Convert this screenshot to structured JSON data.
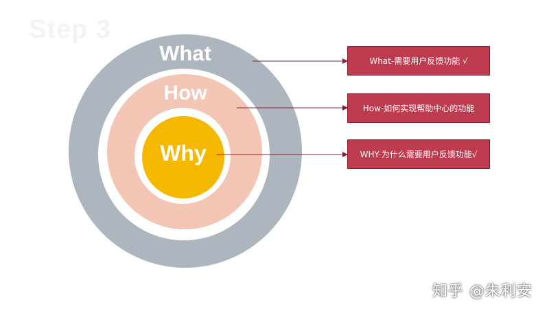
{
  "step_title": "Step 3",
  "rings": {
    "outer": {
      "label": "What",
      "color": "#adb5be"
    },
    "middle": {
      "label": "How",
      "color": "#f2c5b5"
    },
    "inner": {
      "label": "Why",
      "color": "#f5b800"
    }
  },
  "boxes": [
    {
      "text": "What-需要用户反馈功能  √"
    },
    {
      "text": "How-如何实现帮助中心的功能"
    },
    {
      "text": "WHY-为什么需要用户反馈功能√"
    }
  ],
  "colors": {
    "box_fill": "#be3a4f",
    "arrow": "#8e1c30"
  },
  "watermark": "知乎 @朱利安"
}
